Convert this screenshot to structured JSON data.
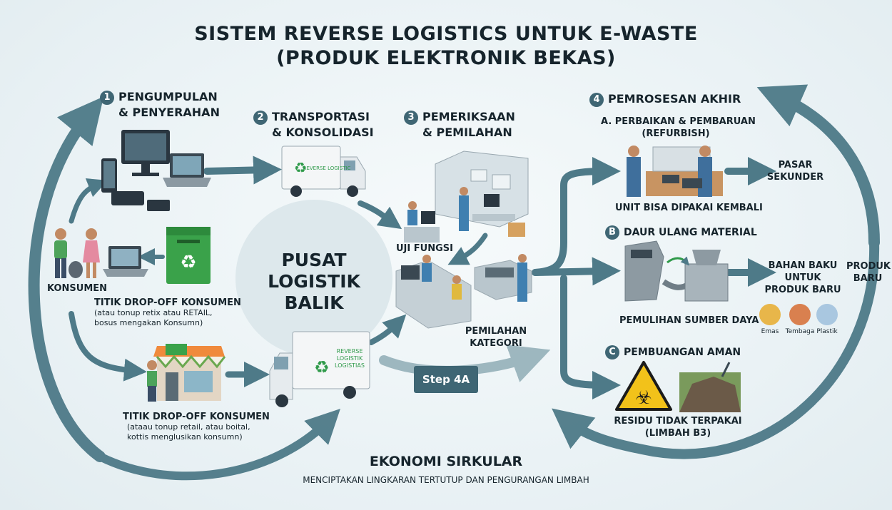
{
  "title": {
    "line1": "SISTEM REVERSE LOGISTICS UNTUK E-WASTE",
    "line2": "(PRODUK ELEKTRONIK BEKAS)"
  },
  "steps": {
    "s1": {
      "number": "1",
      "line1": "PENGUMPULAN",
      "line2": "& PENYERAHAN"
    },
    "s2": {
      "number": "2",
      "line1": "TRANSPORTASI",
      "line2": "& KONSOLIDASI"
    },
    "s3": {
      "number": "3",
      "line1": "PEMERIKSAAN",
      "line2": "& PEMILAHAN"
    },
    "s4": {
      "number": "4",
      "line1": "PEMROSESAN AKHIR"
    }
  },
  "center": {
    "line1": "PUSAT",
    "line2": "LOGISTIK",
    "line3": "BALIK"
  },
  "collection": {
    "consumer": "KONSUMEN",
    "dropoff1": {
      "title": "TITIK DROP-OFF KONSUMEN",
      "line1": "(atau tonup retix atau RETAIL,",
      "line2": "bosus mengakan Konsumn)"
    },
    "dropoff2": {
      "title": "TITIK DROP-OFF KONSUMEN",
      "line1": "(ataau tonup retail, atau boital,",
      "line2": "kottis menglusikan konsumn)"
    }
  },
  "trucks": {
    "top_text": "REVERSE LOGISTIC",
    "bottom_text1": "REVERSE",
    "bottom_text2": "LOGISTIK",
    "bottom_text3": "LOGISTIAS"
  },
  "inspection": {
    "test": "UJI FUNGSI",
    "sort_line1": "PEMILAHAN",
    "sort_line2": "KATEGORI",
    "step4a": "Step 4A"
  },
  "processing": {
    "a": {
      "letter": "A",
      "line1": "PERBAIKAN & PEMBARUAN",
      "line2": "(REFURBISH)",
      "result": "UNIT BISA DIPAKAI KEMBALI",
      "out_line1": "PASAR",
      "out_line2": "SEKUNDER"
    },
    "b": {
      "letter": "B",
      "title": "DAUR ULANG MATERIAL",
      "result": "PEMULIHAN SUMBER DAYA",
      "out_line1": "BAHAN BAKU",
      "out_line2": "UNTUK",
      "out_line3": "PRODUK BARU",
      "materials": [
        {
          "name": "Emas",
          "color": "#e8b64a"
        },
        {
          "name": "Tembaga",
          "color": "#d9804f"
        },
        {
          "name": "Plastik",
          "color": "#a9c7e0"
        }
      ]
    },
    "c": {
      "letter": "C",
      "title": "PEMBUANGAN AMAN",
      "result_line1": "RESIDU TIDAK TERPAKAI",
      "result_line2": "(LIMBAH B3)"
    }
  },
  "loop": {
    "line1": "PRODUK",
    "line2": "BARU"
  },
  "footer": {
    "title": "EKONOMI SIRKULAR",
    "subtitle": "MENCIPTAKAN LINGKARAN TERTUTUP DAN PENGURANGAN LIMBAH"
  },
  "colors": {
    "arrow": "#4e7a88",
    "accent": "#2f9a4a",
    "badge": "#3f6674"
  }
}
